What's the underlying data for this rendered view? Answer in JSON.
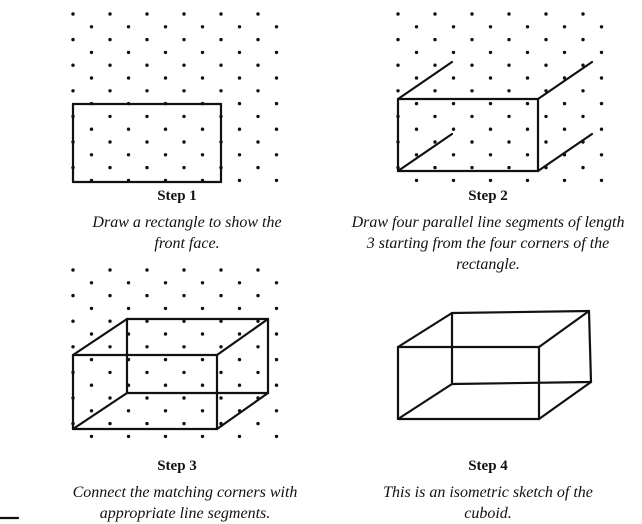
{
  "steps": [
    {
      "title": "Step 1",
      "caption": "Draw a rectangle to show the front face."
    },
    {
      "title": "Step 2",
      "caption": "Draw four parallel line segments of length 3 starting from the four corners of the rectangle."
    },
    {
      "title": "Step 3",
      "caption": "Connect the matching corners with appropriate line segments."
    },
    {
      "title": "Step 4",
      "caption": "This is an isometric sketch of the cuboid."
    }
  ],
  "colors": {
    "ink": "#111111",
    "background": "#ffffff"
  }
}
